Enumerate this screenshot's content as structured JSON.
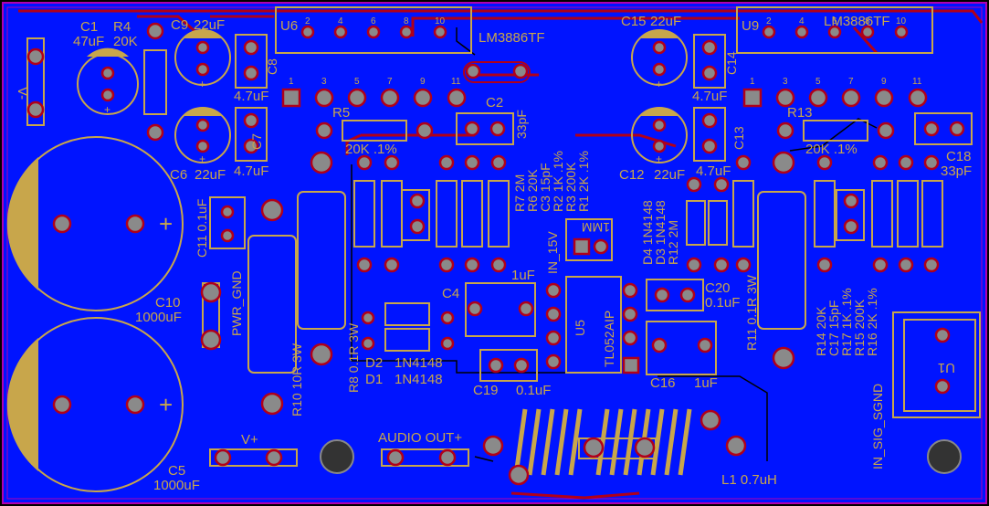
{
  "colors": {
    "board": "#0014FF",
    "silk": "#C8A64B",
    "copper": "#B0001A",
    "pad": "#8A8A8A",
    "trace": "#000000",
    "outline": "#B000B0"
  },
  "labels": {
    "c1": "C1",
    "c1v": "47uF",
    "r4": "R4",
    "r4v": "20K",
    "c9": "C9",
    "c9v": "22uF",
    "u6": "U6",
    "u6p2": "2",
    "u6p4": "4",
    "u6p6": "6",
    "u6p8": "8",
    "u6p10": "10",
    "lm1": "LM3886TF",
    "c15": "C15",
    "c15v": "22uF",
    "u9": "U9",
    "u9p2": "2",
    "u9p4": "4",
    "u9p6": "6",
    "u9p8": "8",
    "u9p10": "10",
    "lm2": "LM3886TF",
    "vminus": "V-",
    "c8": "C8",
    "c8v": "4.7uF",
    "u6p1": "1",
    "u6p3": "3",
    "u6p5": "5",
    "u6p7": "7",
    "u6p9": "9",
    "u6p11": "11",
    "c2": "C2",
    "c2v": "33pF",
    "c14": "C14",
    "c14v": "4.7uF",
    "u9p1": "1",
    "u9p3": "3",
    "u9p5": "5",
    "u9p7": "7",
    "u9p9": "9",
    "u9p11": "11",
    "r5": "R5",
    "r5v": "20K .1%",
    "c7": "C7",
    "c7v": "4.7uF",
    "c6": "C6",
    "c6v": "22uF",
    "r13": "R13",
    "r13v": "20K .1%",
    "c13": "C13",
    "c13v": "4.7uF",
    "c12": "C12",
    "c12v": "22uF",
    "c18": "C18",
    "c18v": "33pF",
    "r7": "R7 2M",
    "r6": "R6 20K",
    "c3": "C3 15pF",
    "r2": "R2 1K .1%",
    "r3": "R3 200K",
    "r1": "R1 2K .1%",
    "d4": "D4 1N4148",
    "d3": "D3 1N4148",
    "r12": "R12 2M",
    "c11": "C11 0.1uF",
    "mm": "1MM",
    "in15v": "IN_15V",
    "c10": "C10",
    "c10v": "1000uF",
    "pwrgnd": "PWR_GND",
    "c4": "C4",
    "c4v": "1uF",
    "u5": "U5",
    "tl": "TL052AIP",
    "c20": "C20",
    "c20v": "0.1uF",
    "r11": "R11 0.1R 3W",
    "r14": "R14 20K",
    "c17": "C17 15pF",
    "r17": "R17 1K .1%",
    "r15": "R15 200K",
    "r16": "R16 2K .1%",
    "r10": "R10 10R 3W",
    "r8": "R8 0.1R 3W",
    "d2": "D2",
    "d2v": "1N4148",
    "d1": "D1",
    "d1v": "1N4148",
    "c19": "C19",
    "c19v": "0.1uF",
    "c16": "C16",
    "c16v": "1uF",
    "u1": "U1",
    "insig": "IN_SIG_SGND",
    "c5": "C5",
    "c5v": "1000uF",
    "vplus": "V+",
    "audioout": "AUDIO OUT+",
    "l1": "L1 0.7uH",
    "plus1": "+",
    "plus2": "+",
    "plus3": "+",
    "plus4": "+",
    "plus5": "+",
    "plus6": "+",
    "plus7": "+",
    "minus": "-"
  }
}
